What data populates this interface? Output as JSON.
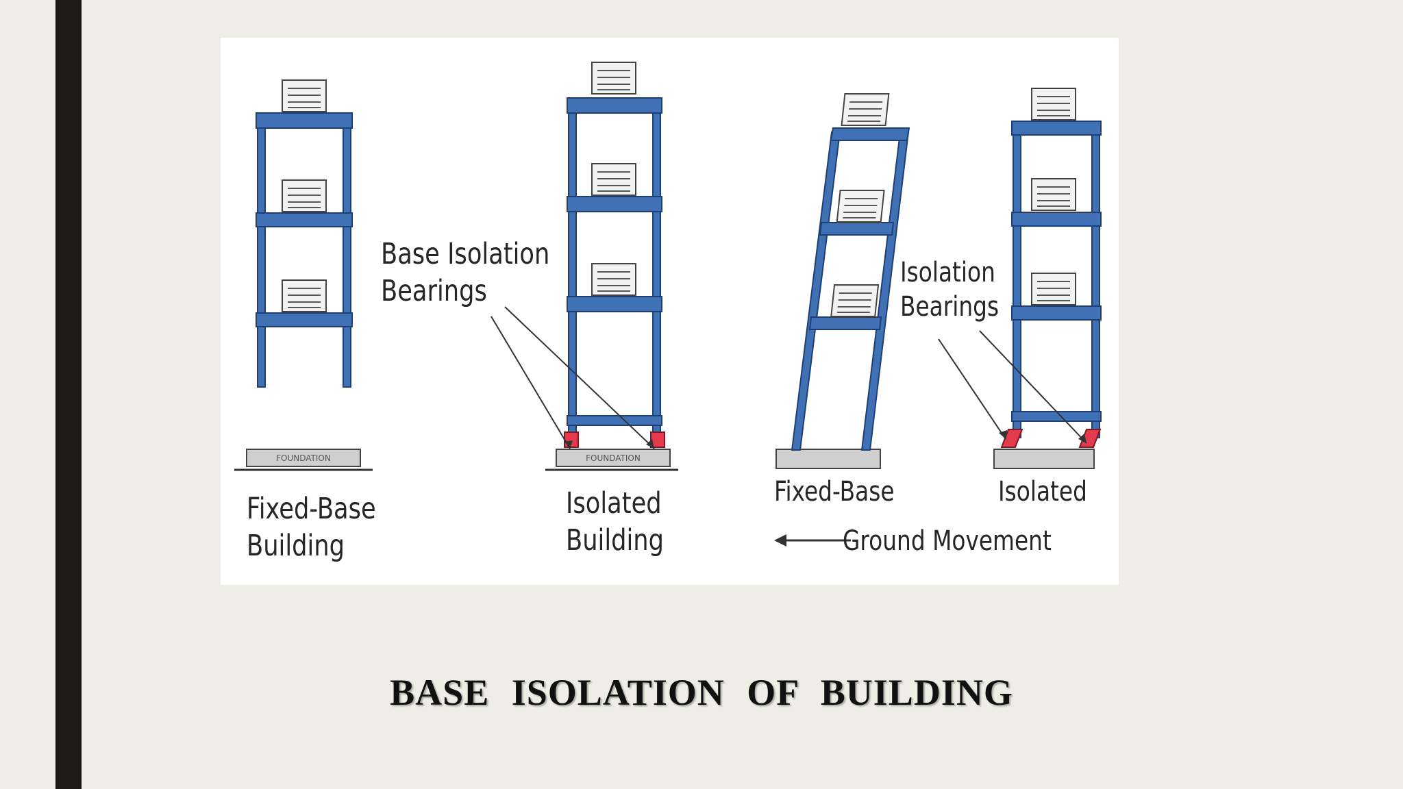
{
  "slide": {
    "title": "BASE  ISOLATION  OF  BUILDING"
  },
  "diagram": {
    "labels": {
      "fixed_base_building": [
        "Fixed-Base",
        "Building"
      ],
      "isolated_building": [
        "Isolated",
        "Building"
      ],
      "base_isolation_bearings": [
        "Base Isolation",
        "Bearings"
      ],
      "isolation_bearings": [
        "Isolation",
        "Bearings"
      ],
      "fixed_base": "Fixed-Base",
      "isolated": "Isolated",
      "ground_movement": "Ground Movement",
      "foundation": "FOUNDATION"
    },
    "colors": {
      "frame": "#3f71b4",
      "frame_outline": "#1f3f73",
      "bearing": "#e23b4d",
      "foundation": "#cfcfcf",
      "equipment": "#f2f2f2"
    }
  }
}
